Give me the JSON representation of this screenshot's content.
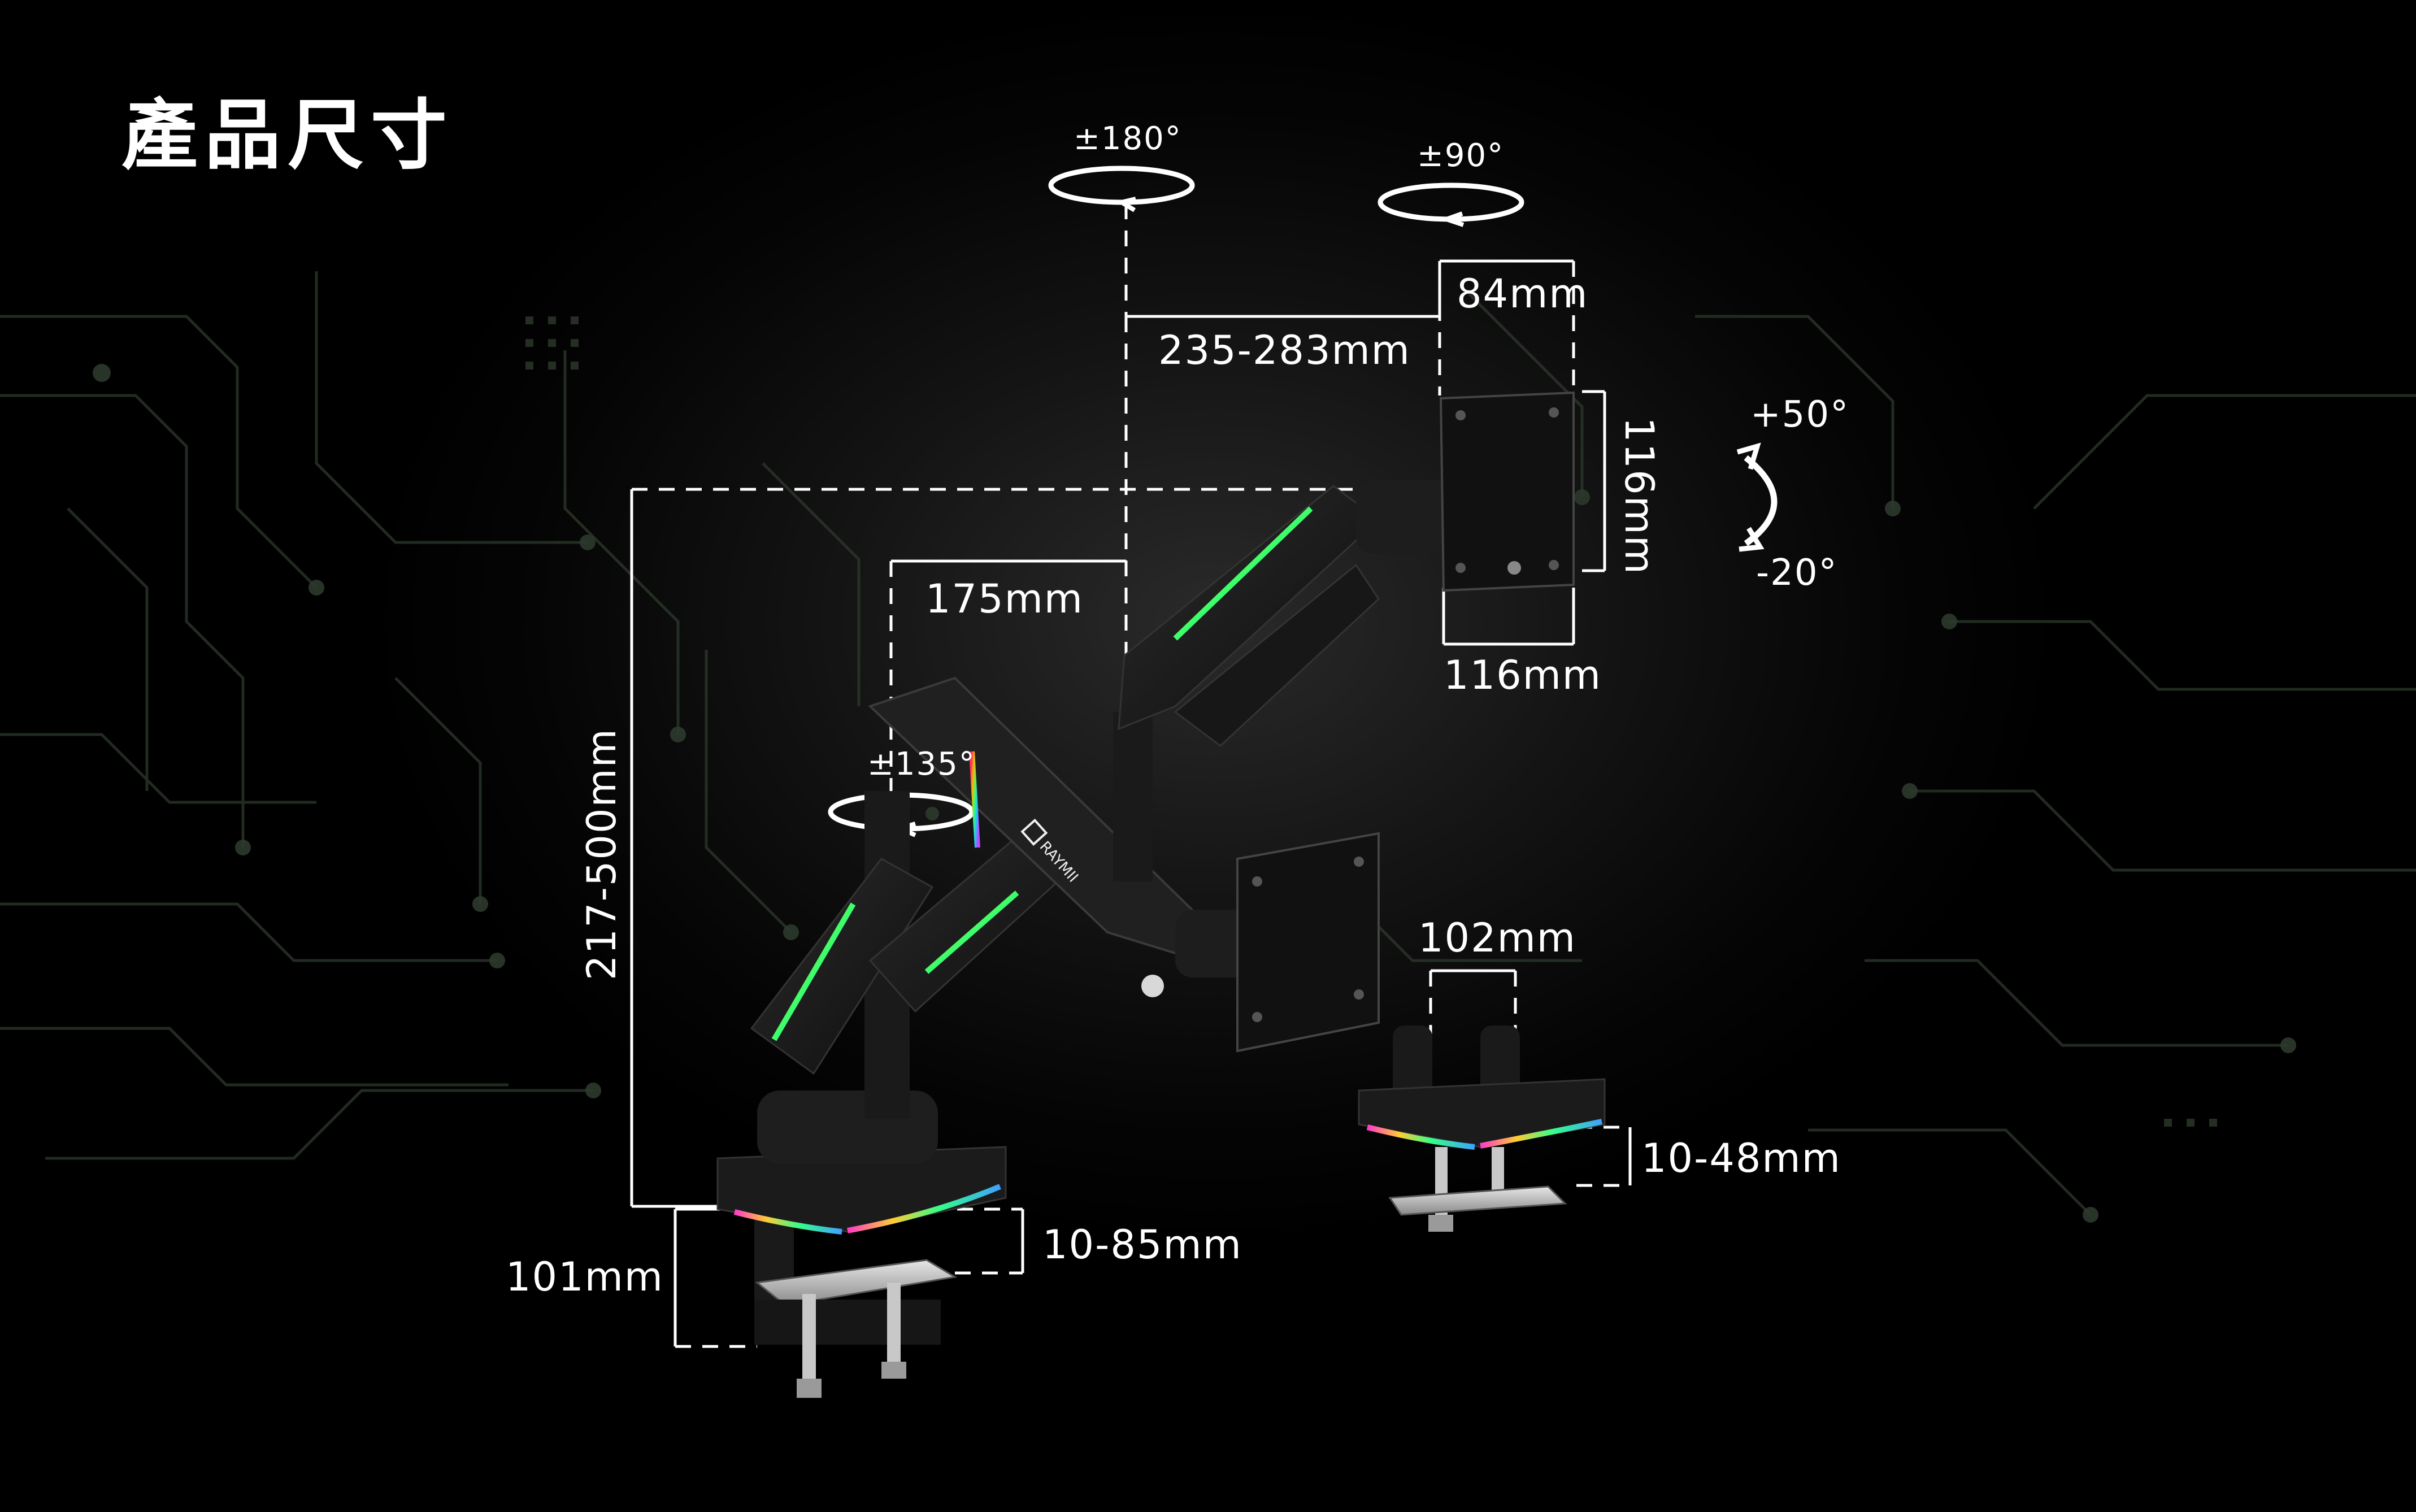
{
  "title": "產品尺寸",
  "dimensions": {
    "arm_span_top": "235-283mm",
    "vesa_width_top": "84mm",
    "vesa_height": "116mm",
    "vesa_width": "116mm",
    "arm_span_lower": "175mm",
    "height_range": "217-500mm",
    "base_width": "102mm",
    "clamp_height": "101mm",
    "desk_thickness_a": "10-85mm",
    "desk_thickness_b": "10-48mm"
  },
  "rotations": {
    "top_swivel": "±180°",
    "top_rotate": "±90°",
    "tilt_up": "+50°",
    "tilt_down": "-20°",
    "lower_swivel": "±135°"
  },
  "brand_logo": "RAYMII",
  "colors": {
    "background": "#000000",
    "text": "#ffffff",
    "circuit": "#2e3a2c",
    "rgb_glow": "rainbow"
  }
}
